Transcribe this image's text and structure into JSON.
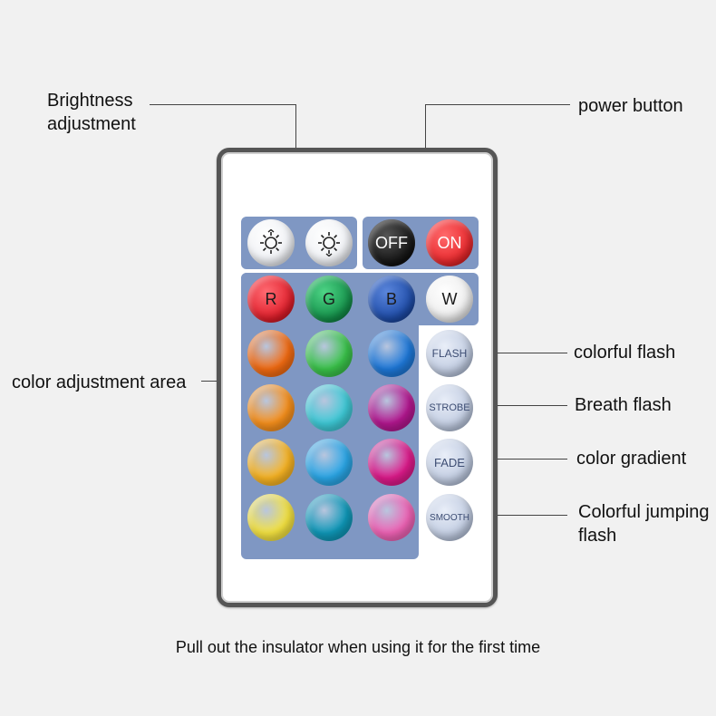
{
  "labels": {
    "brightness": "Brightness\nadjustment",
    "power": "power button",
    "color_area": "color adjustment area",
    "flash": "colorful flash",
    "strobe": "Breath flash",
    "fade": "color gradient",
    "smooth": "Colorful jumping\nflash"
  },
  "caption": "Pull out the insulator when using it for the first time",
  "remote": {
    "off_label": "OFF",
    "on_label": "ON",
    "r_label": "R",
    "g_label": "G",
    "b_label": "B",
    "w_label": "W",
    "flash_label": "FLASH",
    "strobe_label": "STROBE",
    "fade_label": "FADE",
    "smooth_label": "SMOOTH",
    "brightness_up_icon": "sun-up-icon",
    "brightness_down_icon": "sun-down-icon"
  },
  "colors": {
    "panel": "#7f97c3",
    "off": "#111111",
    "on": "#e8282c",
    "r": "#e01e2a",
    "g": "#14914a",
    "b": "#1e4ca8",
    "w": "#f2f2f2",
    "grid": [
      "#f26b12",
      "#3ac34a",
      "#1e78d8",
      "#f7901c",
      "#3ec9d6",
      "#b3178f",
      "#f8b423",
      "#2aa6e6",
      "#dd1a8a",
      "#f4e240",
      "#0f98b8",
      "#ee62b4"
    ]
  }
}
